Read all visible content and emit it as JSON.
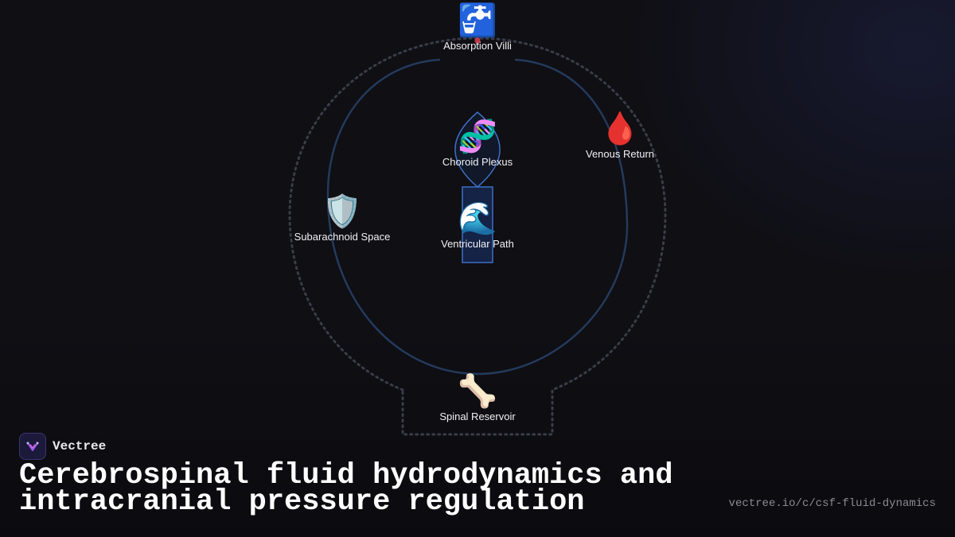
{
  "nodes": {
    "absorption_villi": {
      "label": "Absorption Villi",
      "icon": "faucet-icon",
      "glyph": "🚰"
    },
    "choroid_plexus": {
      "label": "Choroid Plexus",
      "icon": "dna-icon",
      "glyph": "🧬"
    },
    "venous_return": {
      "label": "Venous Return",
      "icon": "blood-drop-icon",
      "glyph": "🩸"
    },
    "subarachnoid_space": {
      "label": "Subarachnoid Space",
      "icon": "shield-icon",
      "glyph": "🛡️"
    },
    "ventricular_path": {
      "label": "Ventricular Path",
      "icon": "wave-icon",
      "glyph": "🌊"
    },
    "spinal_reservoir": {
      "label": "Spinal Reservoir",
      "icon": "bone-icon",
      "glyph": "🦴"
    }
  },
  "brand": {
    "name": "Vectree",
    "logo_icon": "vectree-logo-icon"
  },
  "title": "Cerebrospinal fluid hydrodynamics and intracranial pressure regulation",
  "url": "vectree.io/c/csf-fluid-dynamics",
  "colors": {
    "background": "#0f0f14",
    "outer_outline": "#3a3c48",
    "inner_outline": "#243a5c",
    "ventricle_fill": "#142346",
    "ventricle_stroke": "#3f6fc4"
  }
}
